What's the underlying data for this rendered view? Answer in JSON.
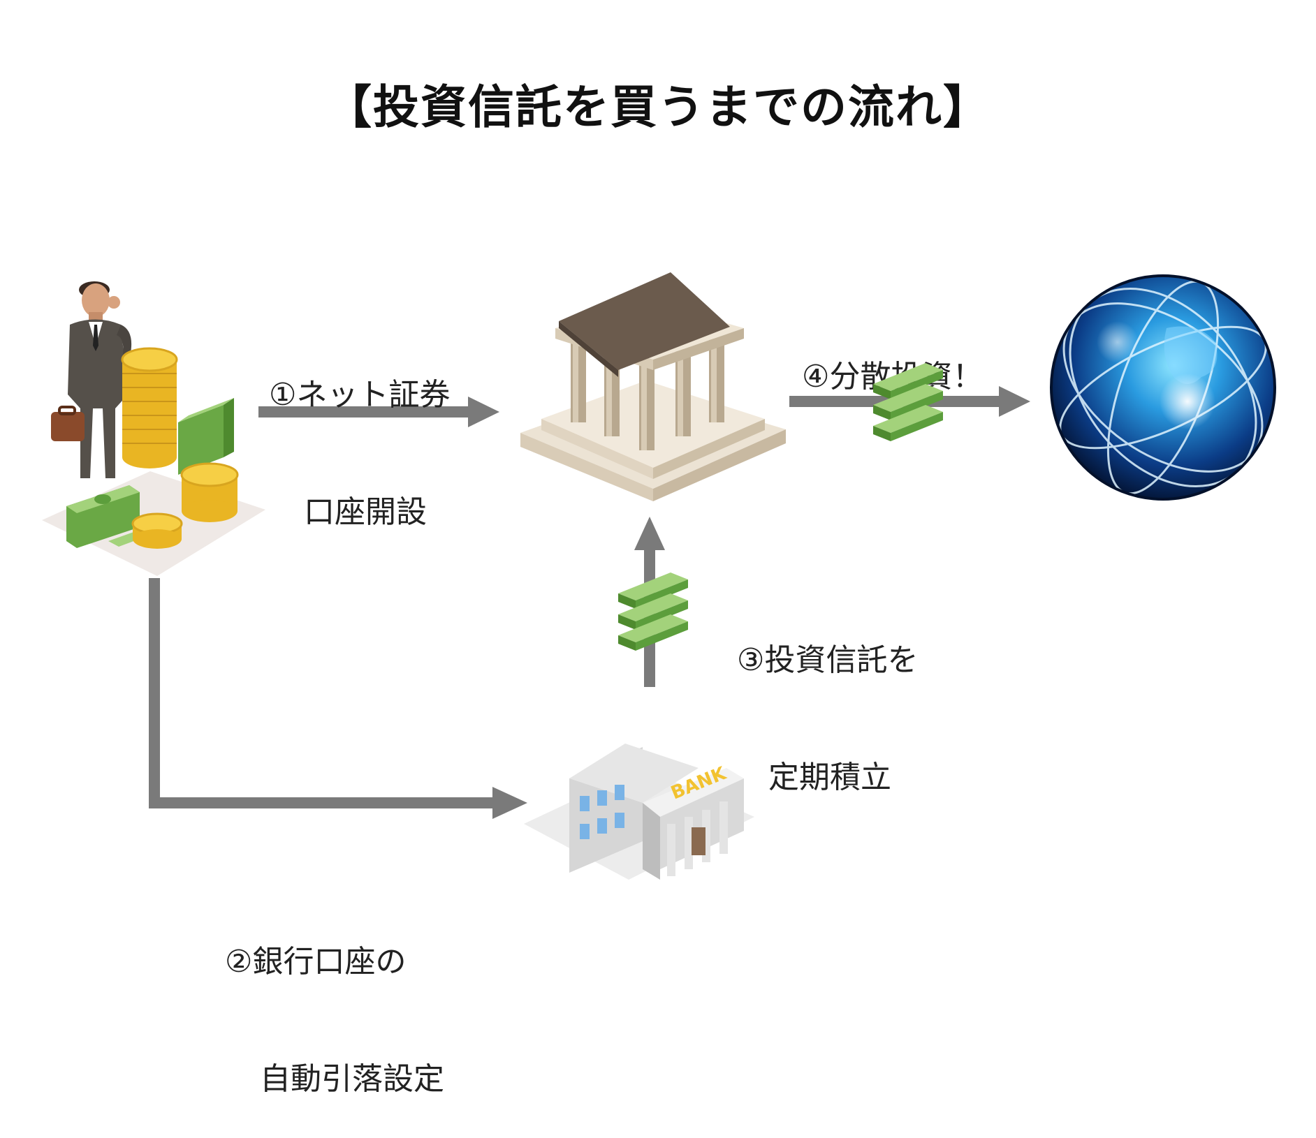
{
  "title": "【投資信託を買うまでの流れ】",
  "steps": {
    "step1": {
      "line1": "①ネット証券",
      "line2": "口座開設"
    },
    "step2": {
      "line1": "②銀行口座の",
      "line2": "自動引落設定"
    },
    "step3": {
      "line1": "③投資信託を",
      "line2": "定期積立"
    },
    "step4": {
      "line1": "④分散投資！"
    }
  },
  "icons": {
    "investor": "investor-with-money-icon",
    "securities": "securities-company-building-icon",
    "bank": "bank-building-icon",
    "globe": "globe-icon",
    "cash": "cash-stack-icon"
  },
  "bank_sign": "BANK",
  "colors": {
    "arrow": "#7a7a7a",
    "cash": "#5c9e3c",
    "coin": "#f2c230",
    "building_roof": "#6b5b4d",
    "globe": "#1d5fa8"
  }
}
